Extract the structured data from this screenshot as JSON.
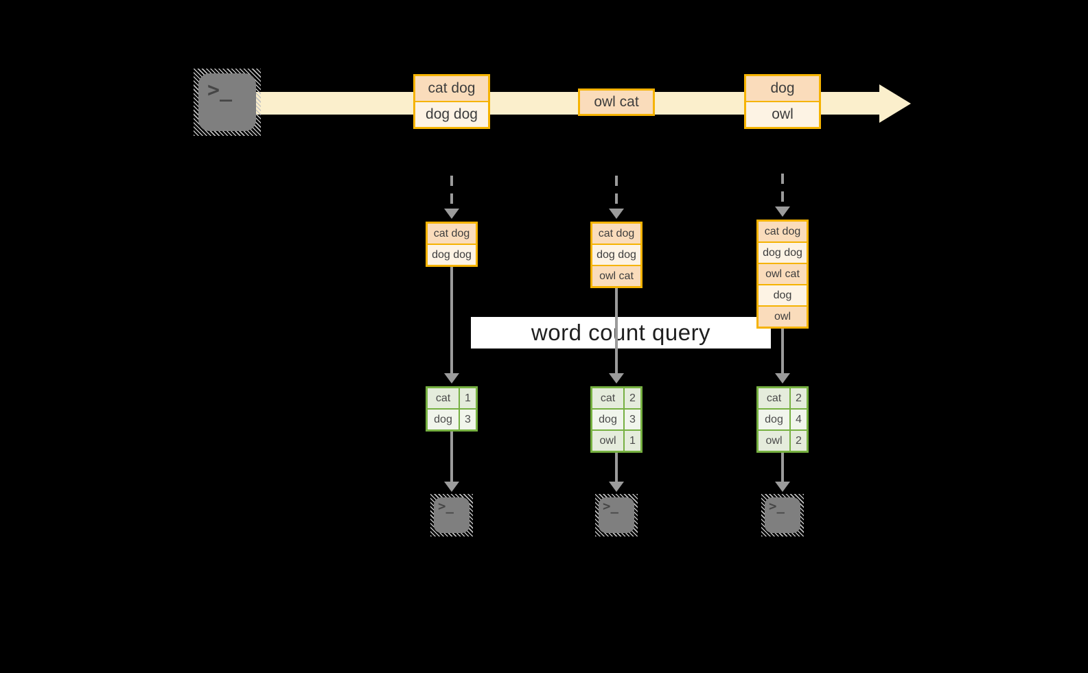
{
  "colors": {
    "background": "#000000",
    "accent_gold": "#F5B301",
    "accent_green": "#76B041",
    "band_cream": "#FBEFCC",
    "cell_peach": "#FADCBB",
    "cell_cream": "#FDF3E4",
    "table_row_dark": "#E5ECDC",
    "table_row_light": "#F1F5EC",
    "arrow_gray": "#9b9b9b",
    "banner_white": "#ffffff",
    "terminal_gray": "#7f7f7f"
  },
  "source": {
    "prompt": ">_"
  },
  "timeline": {
    "batches": [
      {
        "records": [
          "cat dog",
          "dog dog"
        ]
      },
      {
        "records": [
          "owl cat"
        ]
      },
      {
        "records": [
          "dog",
          "owl"
        ]
      }
    ]
  },
  "query": {
    "label": "word count query"
  },
  "columns": [
    {
      "input": [
        "cat dog",
        "dog dog"
      ],
      "counts": [
        {
          "word": "cat",
          "n": 1
        },
        {
          "word": "dog",
          "n": 3
        }
      ],
      "sink_prompt": ">_"
    },
    {
      "input": [
        "cat dog",
        "dog dog",
        "owl cat"
      ],
      "counts": [
        {
          "word": "cat",
          "n": 2
        },
        {
          "word": "dog",
          "n": 3
        },
        {
          "word": "owl",
          "n": 1
        }
      ],
      "sink_prompt": ">_"
    },
    {
      "input": [
        "cat dog",
        "dog dog",
        "owl cat",
        "dog",
        "owl"
      ],
      "counts": [
        {
          "word": "cat",
          "n": 2
        },
        {
          "word": "dog",
          "n": 4
        },
        {
          "word": "owl",
          "n": 2
        }
      ],
      "sink_prompt": ">_"
    }
  ]
}
